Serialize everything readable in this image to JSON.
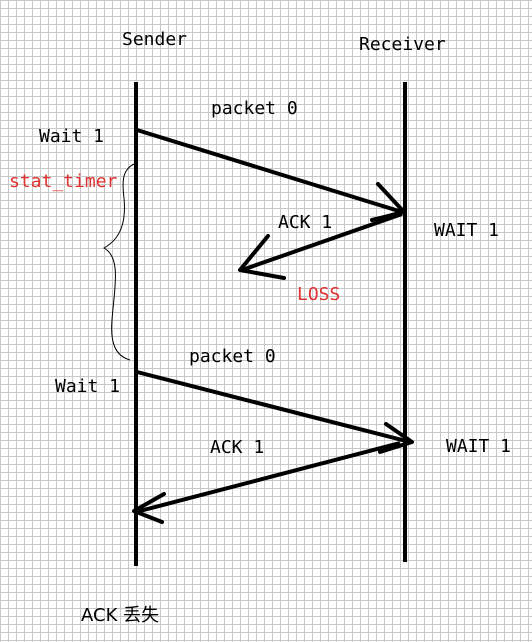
{
  "colors": {
    "background": "#ffffff",
    "grid": "#c8c8c8",
    "ink": "#000000",
    "highlight": "#e03030"
  },
  "lifelines": {
    "sender": "Sender",
    "receiver": "Receiver"
  },
  "messages": {
    "packet_1": "packet 0",
    "ack_1": "ACK 1",
    "packet_2": "packet 0",
    "ack_2": "ACK 1"
  },
  "states": {
    "sender_1": "Wait 1",
    "sender_2": "Wait 1",
    "receiver_1": "WAIT 1",
    "receiver_2": "WAIT 1"
  },
  "annotations": {
    "timer": "stat_timer",
    "loss": "LOSS",
    "caption": "ACK 丢失"
  }
}
